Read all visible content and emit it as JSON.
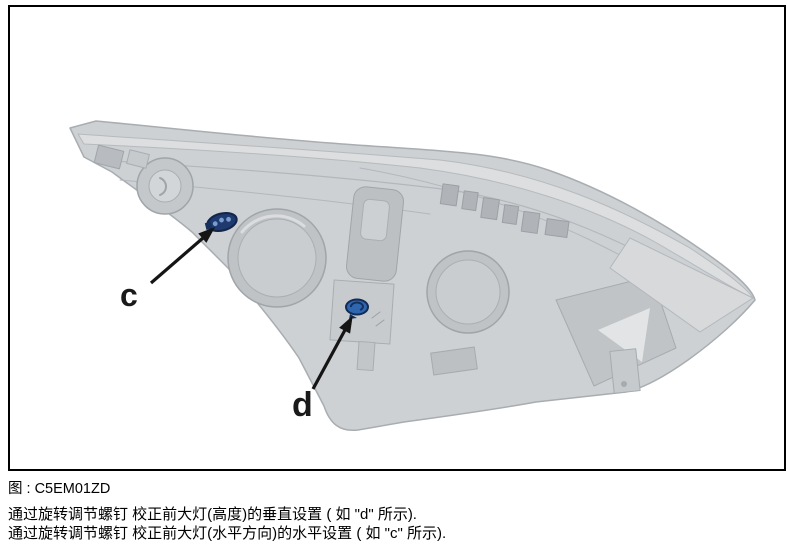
{
  "figure": {
    "label": "图 : C5EM01ZD",
    "annotations": {
      "c": "c",
      "d": "d"
    }
  },
  "description": {
    "line1": "通过旋转调节螺钉 校正前大灯(高度)的垂直设置 ( 如 \"d\" 所示).",
    "line2": "通过旋转调节螺钉 校正前大灯(水平方向)的水平设置 ( 如 \"c\" 所示)."
  },
  "colors": {
    "frame_border": "#000000",
    "illustration_gray": "#c9cdd0",
    "illustration_stroke": "#a6abaf",
    "screw_blue": "#2f66b0",
    "screw_dark_blue": "#1d3766",
    "arrow_black": "#151515",
    "text_black": "#000000"
  }
}
